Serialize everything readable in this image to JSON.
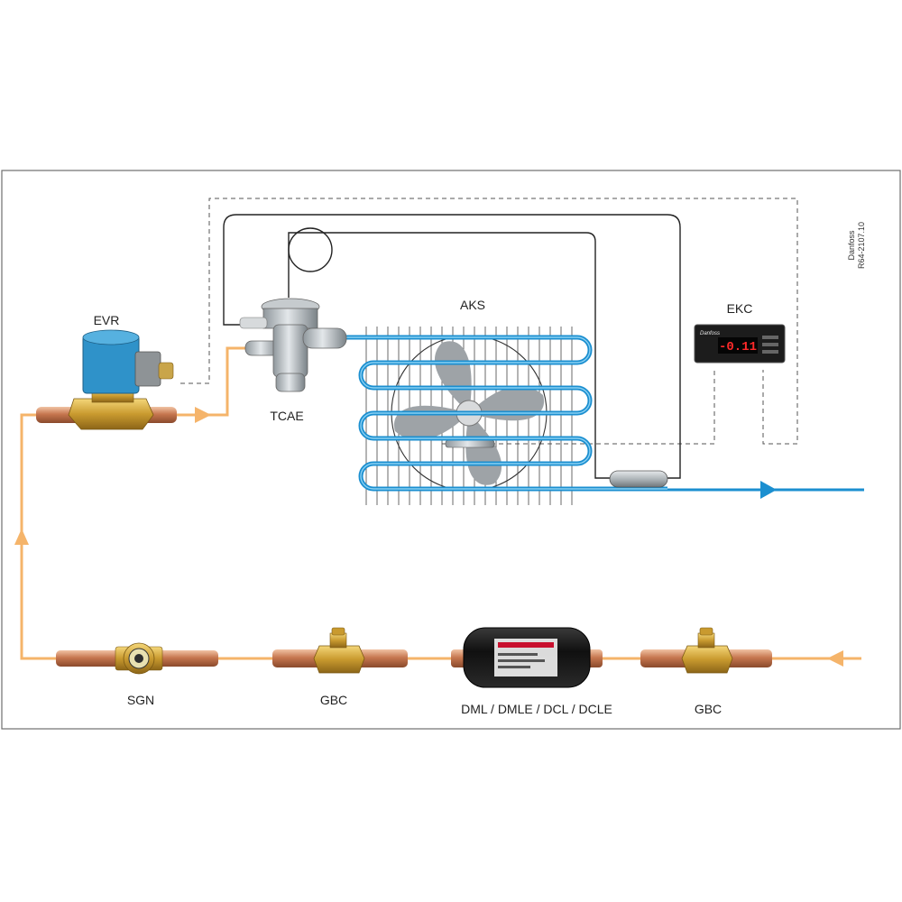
{
  "labels": {
    "evr": "EVR",
    "tcae": "TCAE",
    "aks": "AKS",
    "ekc": "EKC",
    "sgn": "SGN",
    "gbc_left": "GBC",
    "filter": "DML / DMLE / DCL / DCLE",
    "gbc_right": "GBC"
  },
  "reference": {
    "brand": "Danfoss",
    "code": "R64-2107.10"
  },
  "controller": {
    "brand": "Danfoss",
    "display": "-0.11"
  },
  "colors": {
    "liquid_line": "#f5b46a",
    "suction_line": "#1b8fd0",
    "coil_blue": "#3d8fc9",
    "frame": "#6e6e6e"
  }
}
